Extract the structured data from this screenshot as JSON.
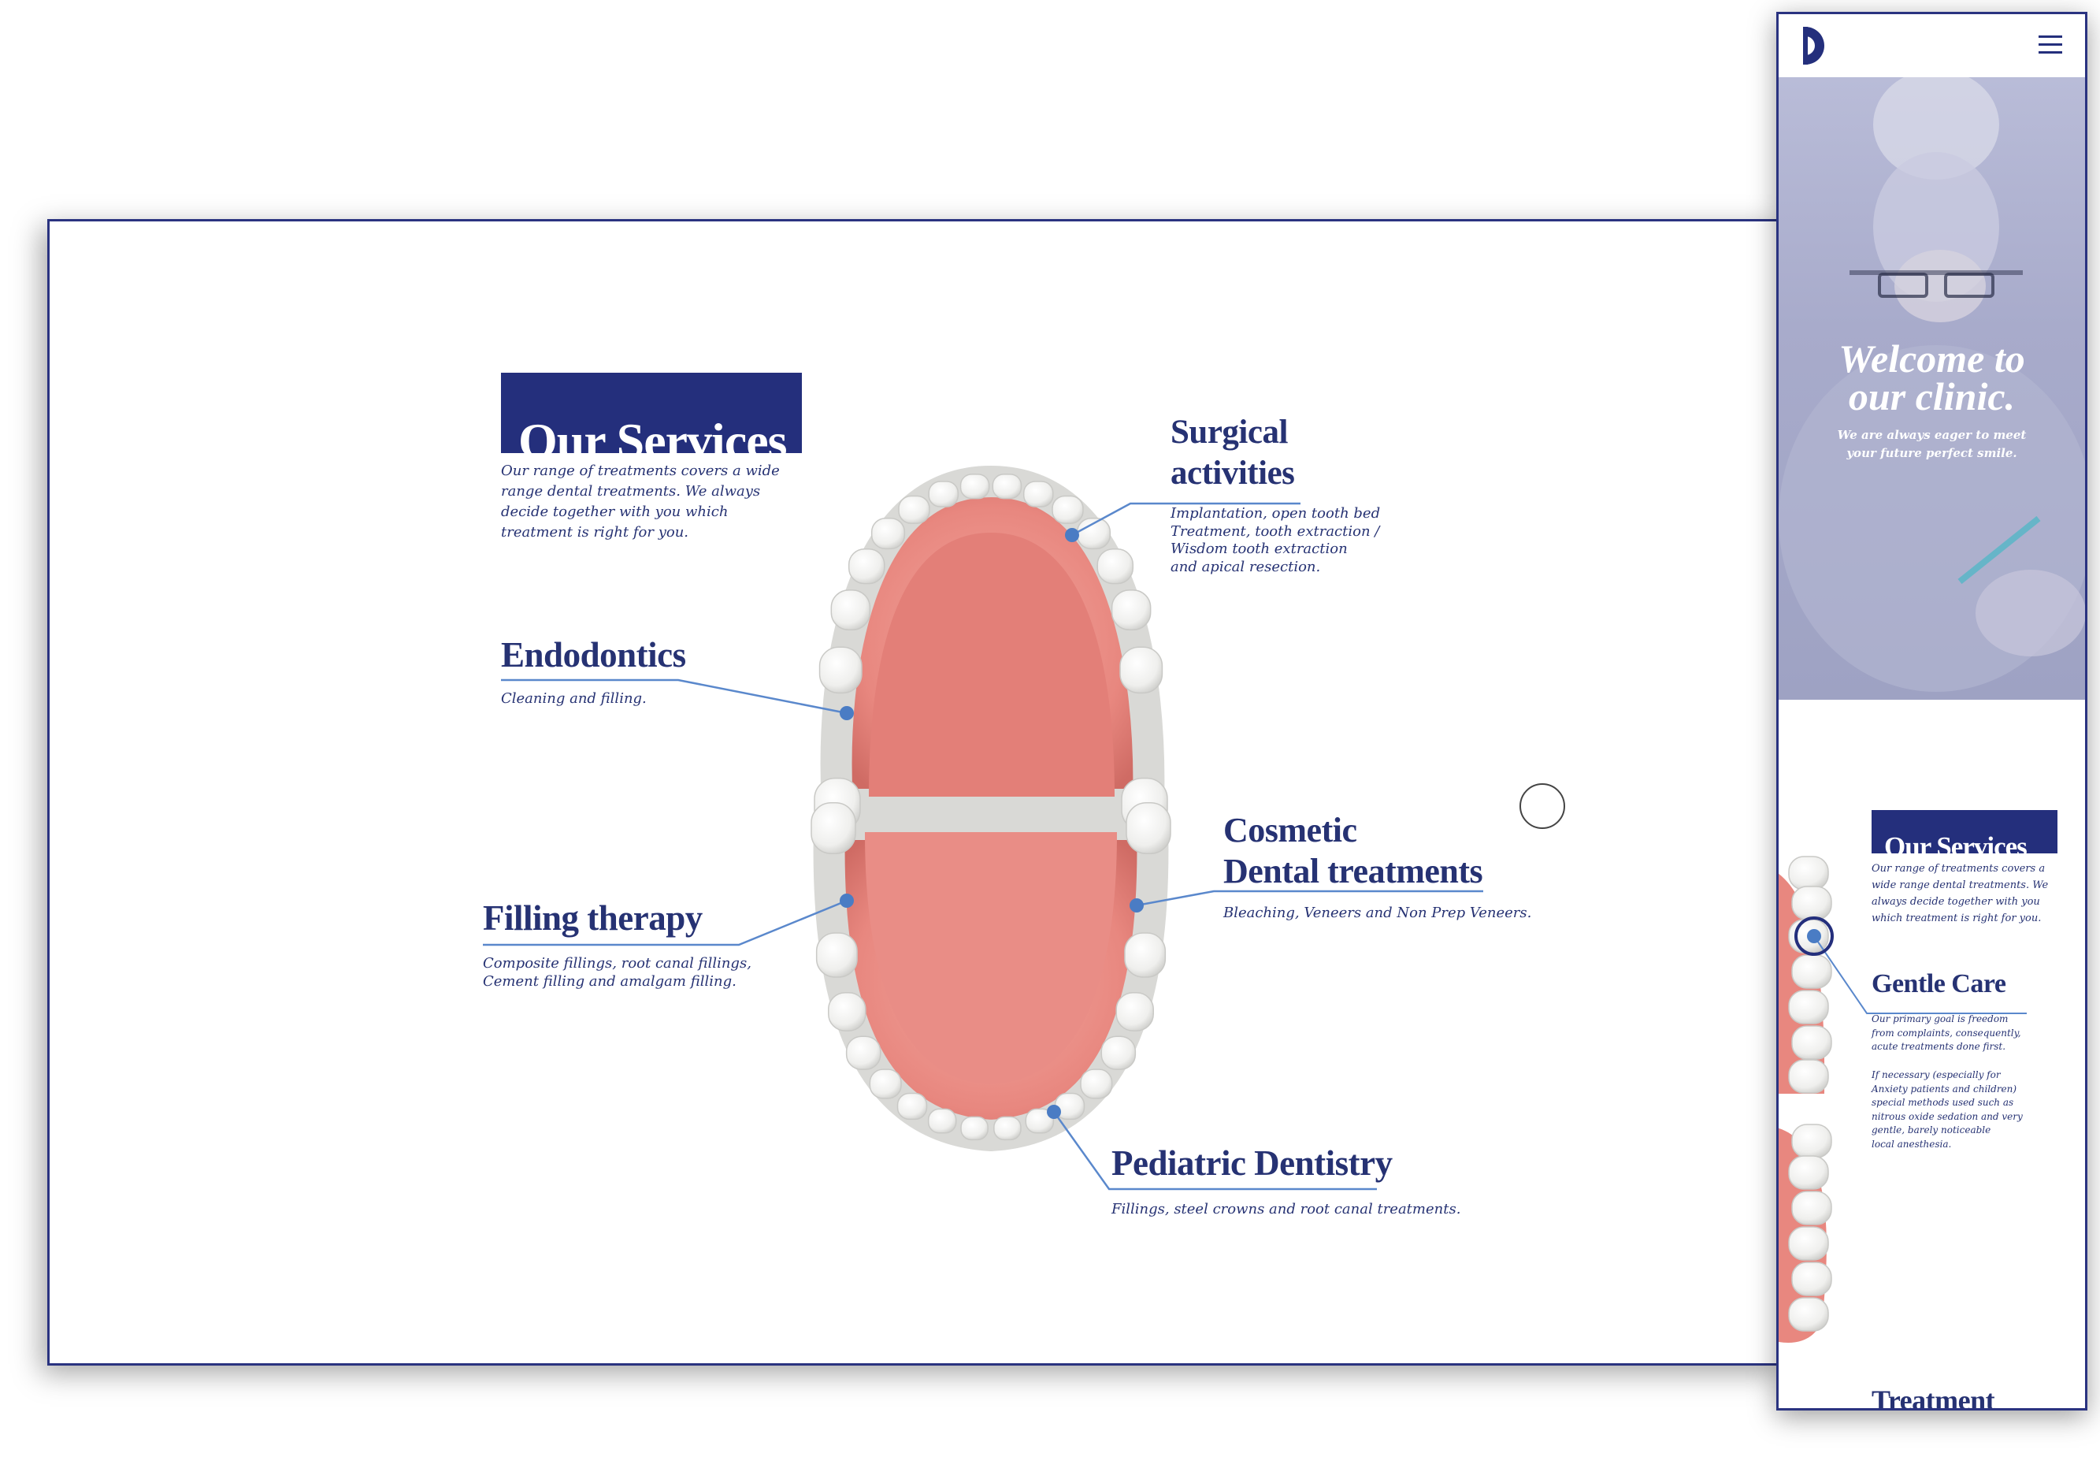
{
  "colors": {
    "navy": "#242f7c",
    "accent_blue": "#4a7cc4",
    "line_blue": "#5a88cc",
    "gum_pink": "#e8877f",
    "tooth_white": "#f4f4f2"
  },
  "desktop": {
    "services_title": "Our Services",
    "services_intro": "Our range of treatments covers a wide\nrange dental treatments. We always\ndecide together with you which\ntreatment is right for you.",
    "surgical": {
      "title": "Surgical\nactivities",
      "desc": "Implantation, open tooth bed\nTreatment, tooth extraction /\nWisdom tooth extraction\nand apical resection."
    },
    "endodontics": {
      "title": "Endodontics",
      "desc": "Cleaning and filling."
    },
    "cosmetic": {
      "title": "Cosmetic\nDental treatments",
      "desc": "Bleaching, Veneers and Non Prep Veneers."
    },
    "filling": {
      "title": "Filling therapy",
      "desc": "Composite fillings, root canal fillings,\nCement filling and amalgam filling."
    },
    "pediatric": {
      "title": "Pediatric Dentistry",
      "desc": "Fillings, steel crowns and root canal treatments."
    }
  },
  "mobile": {
    "logo_icon": "clinic-logo-icon",
    "menu_icon": "hamburger-menu-icon",
    "hero_title": "Welcome to\nour clinic.",
    "hero_subtitle": "We are always eager to meet\nyour future perfect smile.",
    "services_title": "Our Services",
    "services_intro": "Our range of treatments covers a\nwide range dental treatments. We\nalways decide together with you\nwhich treatment is right for you.",
    "gentle_title": "Gentle Care",
    "gentle_desc_1": "Our primary goal is freedom\nfrom complaints, consequently,\nacute treatments done first.",
    "gentle_desc_2": "If necessary (especially for\nAnxiety patients and children)\nspecial methods used such as\nnitrous oxide sedation and very\ngentle, barely noticeable\nlocal anesthesia.",
    "next_title": "Treatment"
  }
}
